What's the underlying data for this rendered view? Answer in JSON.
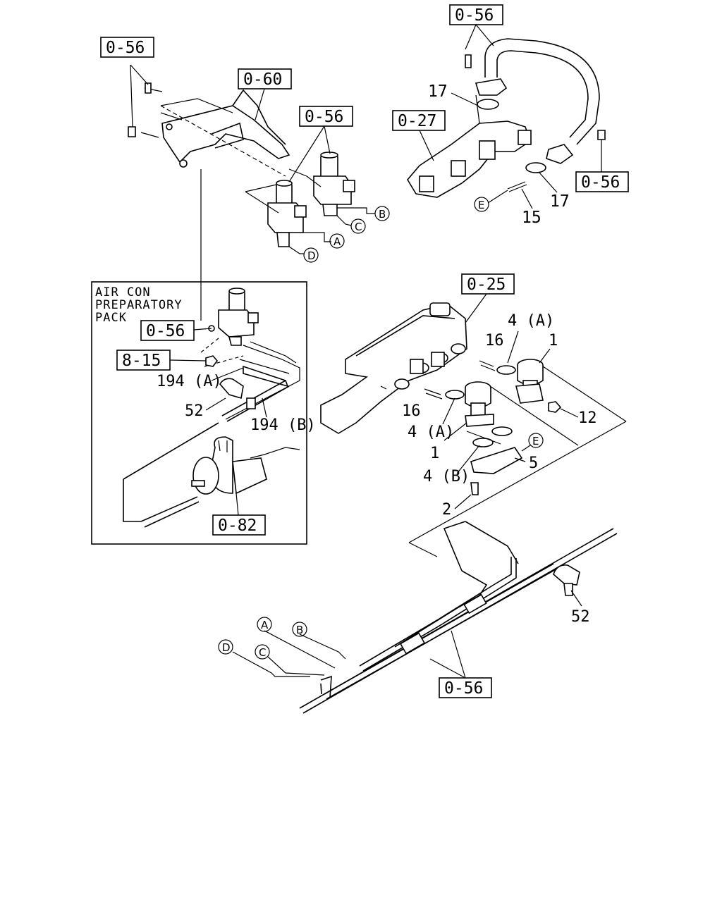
{
  "refs": {
    "r1": "0-56",
    "r2": "0-60",
    "r3": "0-56",
    "r4": "0-56",
    "r5": "0-27",
    "r6": "0-56",
    "r7": "0-25",
    "r8": "0-56",
    "r9": "8-15",
    "r10": "0-82",
    "r11": "0-56"
  },
  "inset": {
    "line1": "AIR CON",
    "line2": "PREPARATORY",
    "line3": "PACK"
  },
  "parts": {
    "p17a": "17",
    "p17b": "17",
    "p15": "15",
    "p16a": "16",
    "p16b": "16",
    "p4a1": "4 (A)",
    "p4a2": "4 (A)",
    "p1a": "1",
    "p1b": "1",
    "p12": "12",
    "p5": "5",
    "p4b": "4 (B)",
    "p2": "2",
    "p194a": "194 (A)",
    "p194b": "194 (B)",
    "p52a": "52",
    "p52b": "52"
  },
  "circles": {
    "A1": "A",
    "B1": "B",
    "C1": "C",
    "D1": "D",
    "E1": "E",
    "E2": "E",
    "A2": "A",
    "B2": "B",
    "C2": "C",
    "D2": "D"
  }
}
